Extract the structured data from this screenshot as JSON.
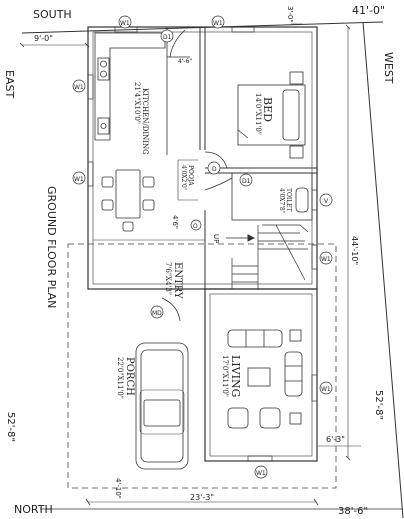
{
  "compass": {
    "south": "SOUTH",
    "north": "NORTH",
    "east": "EAST",
    "west": "WEST"
  },
  "plan_title": "GROUND FLOOR PLAN",
  "dimensions": {
    "top_right_width": "41'-0\"",
    "top_small": "3'-0\"",
    "left_top": "9'-0\"",
    "kitchen_gap": "4'-6\"",
    "right_height": "44'-10\"",
    "right_lower": "52'-8\"",
    "left_lower": "52'-8\"",
    "porch_offset": "6'-3\"",
    "pooja_gap": "4'6\"",
    "bottom_width": "23'-3\"",
    "bottom_right": "38'-6\"",
    "bottom_left": "4'-10\""
  },
  "rooms": {
    "kitchen_name": "KITCHEN/DINING",
    "kitchen_size": "21'4\"X10'0\"",
    "bed_name": "BED",
    "bed_size": "14'0\"X11'0\"",
    "pooja_name": "POOJA",
    "pooja_size": "4'0X2'0\"",
    "toilet_name": "TOILET",
    "toilet_size": "4'0X7'8\"",
    "entry_name": "ENTRY",
    "entry_size": "7'6\"X4'3\"",
    "living_name": "LIVING",
    "living_size": "17'0\"X11'0\"",
    "porch_name": "PORCH",
    "porch_size": "22'0\"X11'0\""
  },
  "tags": {
    "w1": "W1",
    "d1": "D1",
    "d": "D",
    "md": "MD",
    "v": "V",
    "up": "UP",
    "o": "O"
  }
}
